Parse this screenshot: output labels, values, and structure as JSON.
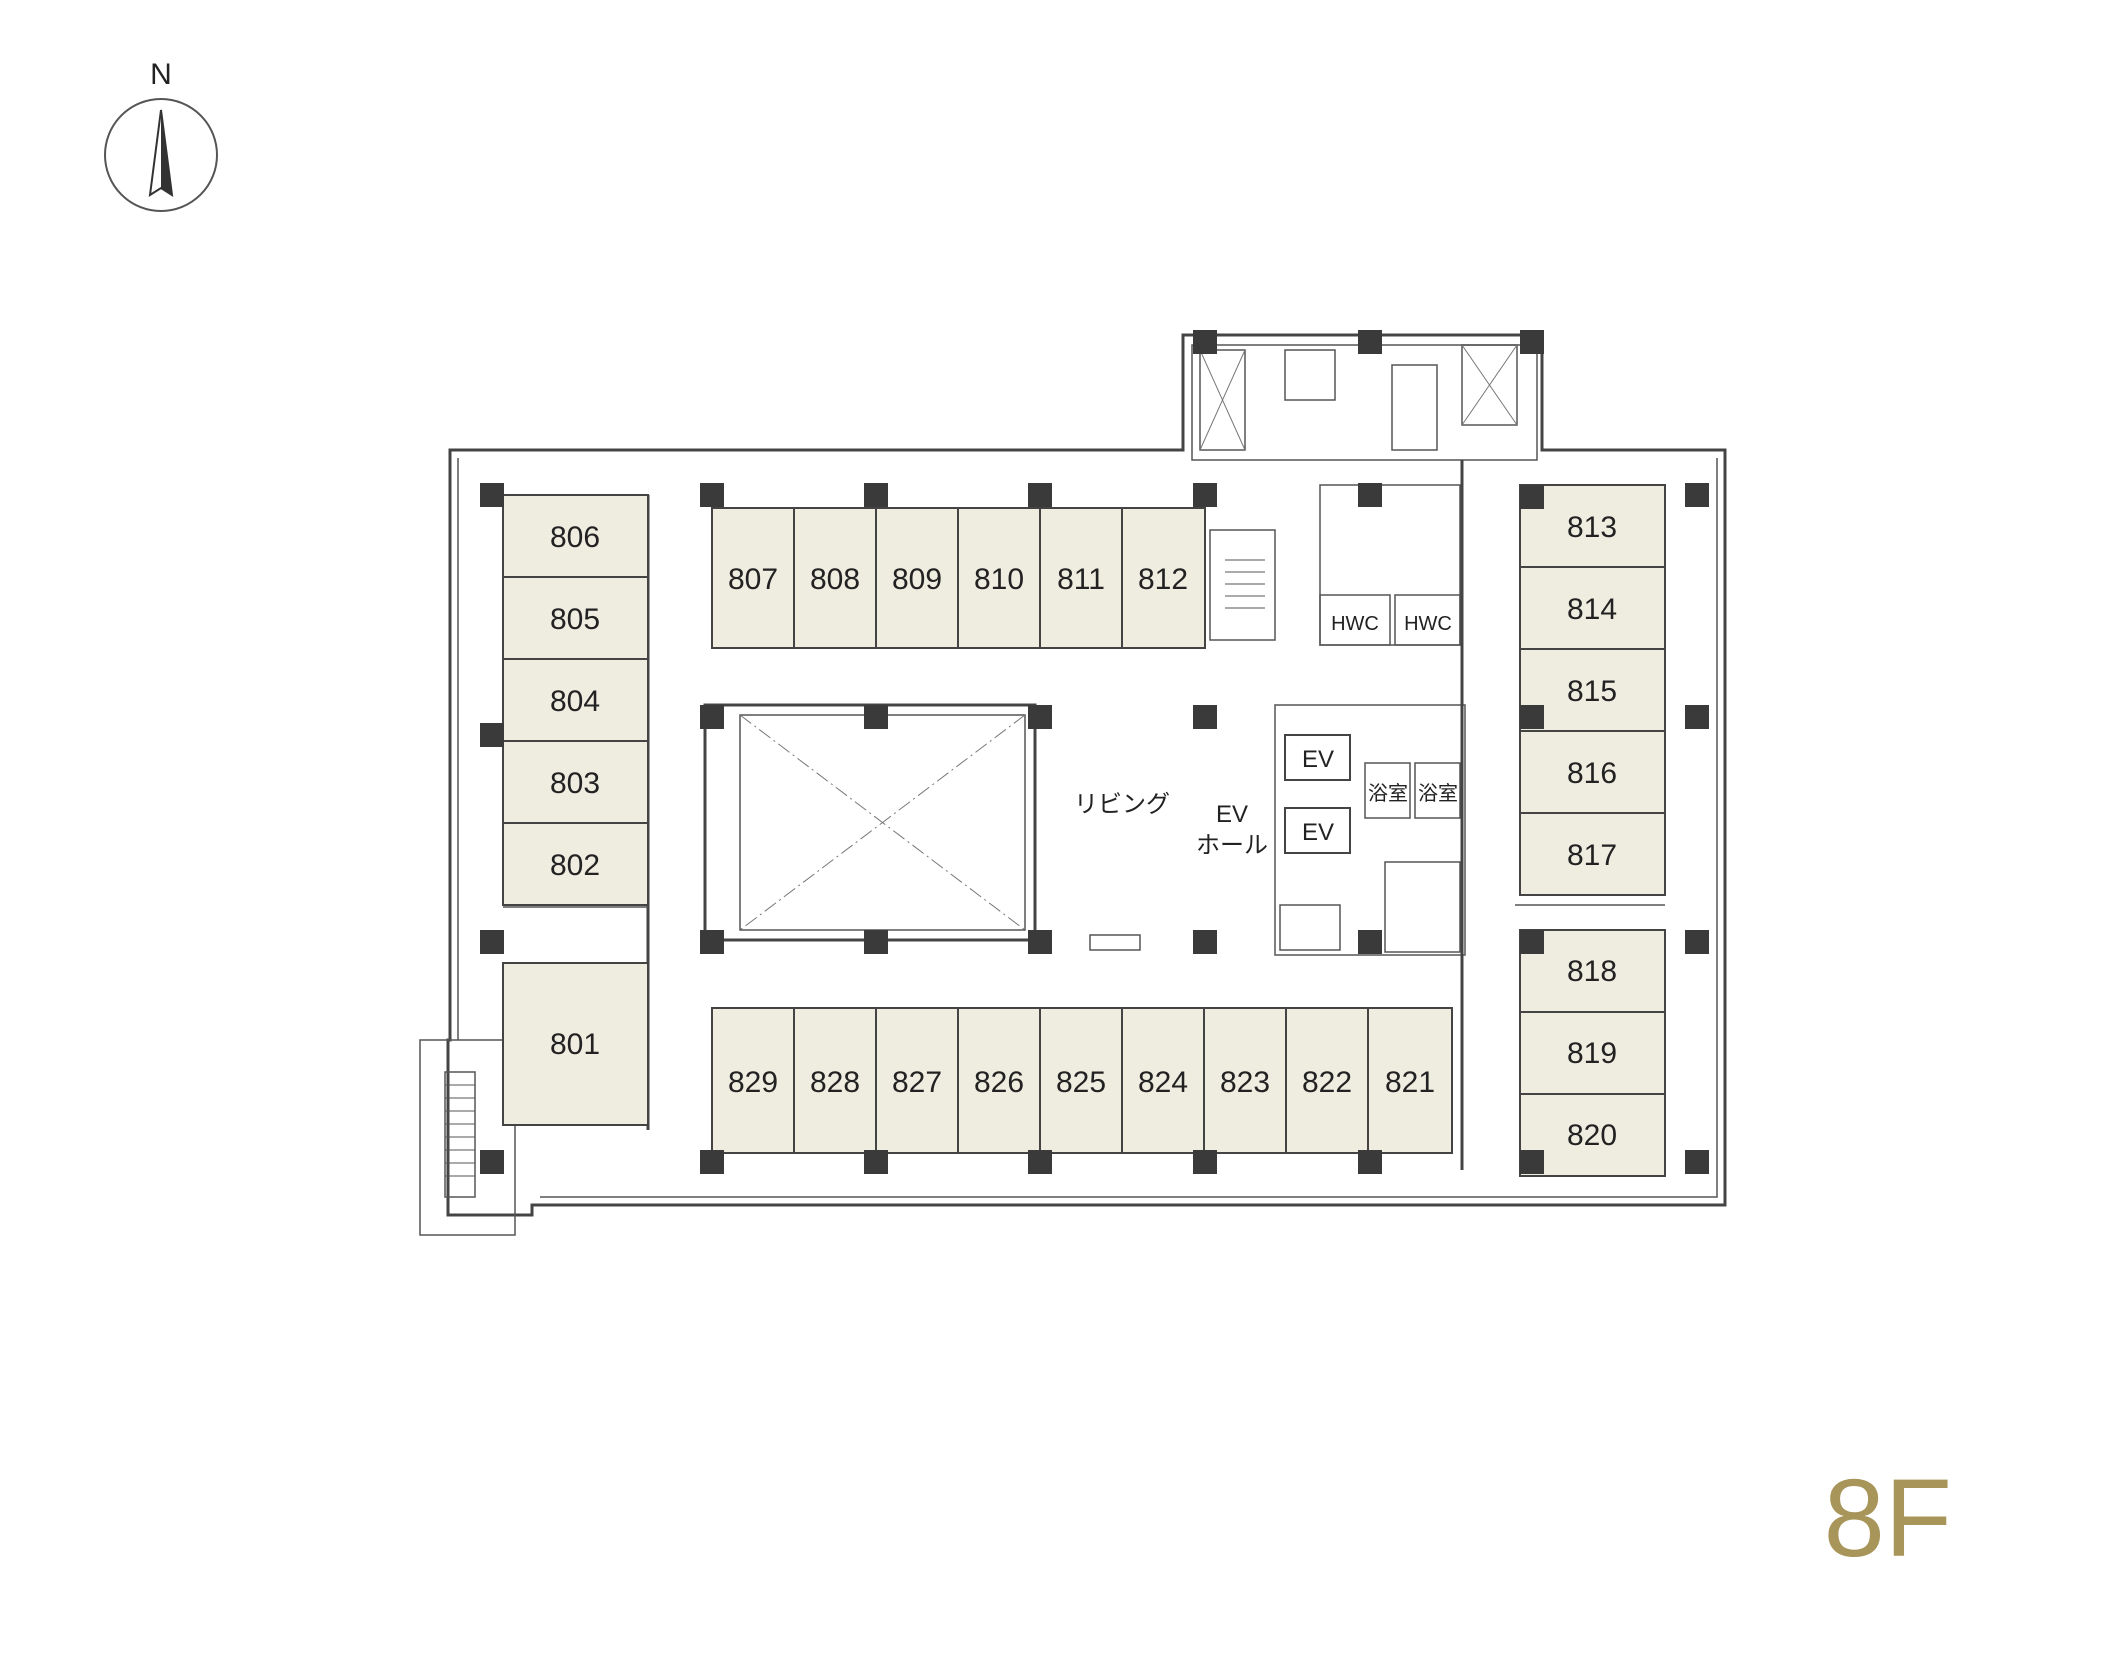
{
  "compass": {
    "letter": "N"
  },
  "floor": {
    "label": "8F"
  },
  "rooms_left": [
    "806",
    "805",
    "804",
    "803",
    "802"
  ],
  "room_801": "801",
  "rooms_top": [
    "807",
    "808",
    "809",
    "810",
    "811",
    "812"
  ],
  "rooms_right_upper": [
    "813",
    "814",
    "815",
    "816",
    "817"
  ],
  "rooms_right_lower": [
    "818",
    "819",
    "820"
  ],
  "rooms_bottom": [
    "829",
    "828",
    "827",
    "826",
    "825",
    "824",
    "823",
    "822",
    "821"
  ],
  "labels": {
    "living": "リビング",
    "ev_hall_1": "EV",
    "ev_hall_2": "ホール",
    "ev1": "EV",
    "ev2": "EV",
    "bath1": "浴室",
    "bath2": "浴室",
    "hwc1": "HWC",
    "hwc2": "HWC"
  },
  "colors": {
    "room_fill": "#efece0",
    "floor_label": "#a8955a"
  }
}
